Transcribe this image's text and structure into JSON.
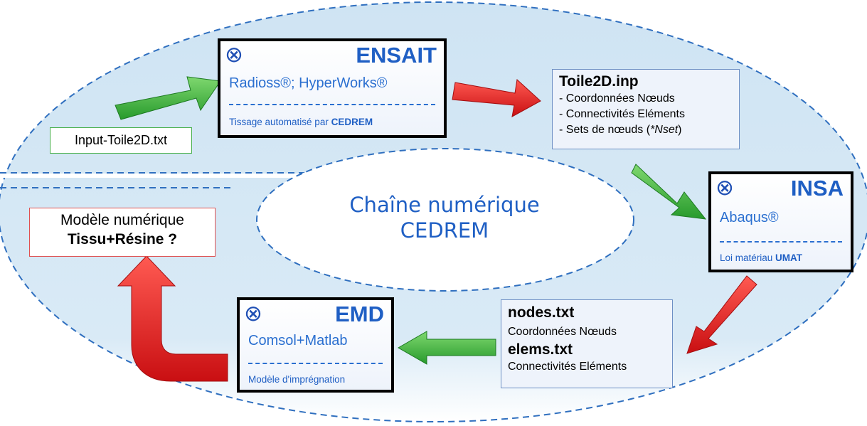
{
  "cycle": {
    "center_title": "Chaîne numérique",
    "center_subtitle": "CEDREM"
  },
  "input_file": {
    "label": "Input-Toile2D.txt"
  },
  "ensait": {
    "symbol": "⊗",
    "org": "ENSAIT",
    "software": "Radioss®; HyperWorks®",
    "note_prefix": "Tissage automatisé par ",
    "note_bold": "CEDREM"
  },
  "toile2d": {
    "file": "Toile2D.inp",
    "lines": [
      "- Coordonnées Nœuds",
      "- Connectivités Eléments"
    ],
    "line3_prefix": "- Sets de nœuds (",
    "line3_italic": "*Nset",
    "line3_suffix": ")"
  },
  "insa": {
    "symbol": "⊗",
    "org": "INSA",
    "software": "Abaqus®",
    "note_prefix": "Loi matériau ",
    "note_bold": "UMAT"
  },
  "outputs": {
    "file1": "nodes.txt",
    "desc1": "Coordonnées Nœuds",
    "file2": "elems.txt",
    "desc2": "Connectivités Eléments"
  },
  "emd": {
    "symbol": "⊗",
    "org": "EMD",
    "software": "Comsol+Matlab",
    "note": "Modèle d'imprégnation"
  },
  "model": {
    "line1": "Modèle numérique",
    "line2": "Tissu+Résine ?"
  },
  "colors": {
    "ellipse_fill": "#cfe4f3",
    "dashed": "#2f6fbf",
    "accent_blue": "#1f5fc4",
    "arrow_green": "#3cb043",
    "arrow_red": "#e3191c"
  }
}
